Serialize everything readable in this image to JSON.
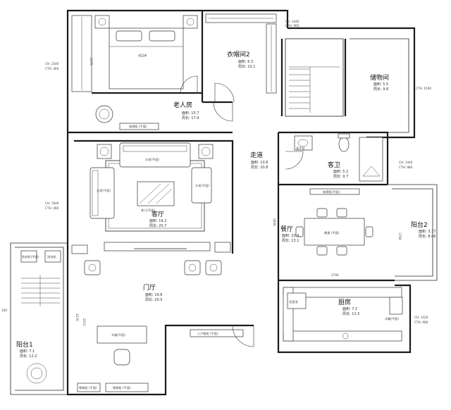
{
  "rooms": {
    "bedroom_old": {
      "name": "老人房",
      "area": "面积: 15.7",
      "perimeter": "周长: 17.9"
    },
    "closet2": {
      "name": "衣帽间2",
      "area": "面积: 6.3",
      "perimeter": "周长: 10.1"
    },
    "storage": {
      "name": "储物间",
      "area": "面积: 5.5",
      "perimeter": "周长: 9.8"
    },
    "corridor": {
      "name": "走道",
      "area": "面积: 10.6",
      "perimeter": "周长: 20.8"
    },
    "guest_bath": {
      "name": "客卫",
      "area": "面积: 5.2",
      "perimeter": "周长: 9.7"
    },
    "living": {
      "name": "客厅",
      "area": "面积: 19.2",
      "perimeter": "周长: 20.7"
    },
    "dining": {
      "name": "餐厅",
      "area": "面积: 10.4",
      "perimeter": "周长: 13.1"
    },
    "balcony2": {
      "name": "阳台2",
      "area": "面积: 3.77",
      "perimeter": "周长: 8.46"
    },
    "foyer": {
      "name": "门厅",
      "area": "面积: 19.8",
      "perimeter": "周长: 20.5"
    },
    "kitchen": {
      "name": "厨房",
      "area": "面积: 7.2",
      "perimeter": "周长: 11.5"
    },
    "balcony1": {
      "name": "阳台1",
      "area": "面积: 7.1",
      "perimeter": "周长: 12.2"
    }
  },
  "ceiling_notes": {
    "bedroom": {
      "ch": "CH: 2540",
      "cth": "CTH: 460"
    },
    "closet_top": {
      "ch": "CH: 1440",
      "cth": "CTH: 960"
    },
    "storage_side": {
      "cth": "CTH: 1500"
    },
    "bath_side": {
      "ch": "CH: 1440",
      "cth": "CTH: 980"
    },
    "living_side": {
      "ch": "CH: 1940",
      "cth": "CTH: 460"
    },
    "kitchen_side": {
      "ch": "CH: 1420",
      "cth": "CTH: 980"
    }
  },
  "dimensions": {
    "bed_len": "2470",
    "dining_w": "2830",
    "dining_low": "1700",
    "balcony2_h": "1700",
    "foyer_h1": "4270",
    "foyer_h2": "2521",
    "left_edge": "160"
  },
  "furniture": {
    "bed": "成品床",
    "tv_bedroom": "电视柜 (平面)",
    "sofa_main": "沙发(平面)",
    "sofa_side": "沙发(平面)",
    "chair_single": "沙发(平面)",
    "coffee_table": "茶几(平面)",
    "tv_living": "电视柜(平面)",
    "dining_table": "餐桌 (平面)",
    "sink_bath": "洗手台",
    "sink_cabinet": "洗手台",
    "toilet": "马桶",
    "fridge_kitchen": "冰箱(平面)",
    "kitchen_sink": "洗菜池",
    "shoe_cabinet": "入户鞋柜 (平面)",
    "desk": "书桌(平面)",
    "cabinet_bottom1": "储物柜 (平面)",
    "cabinet_bottom2": "储物柜 (平面)",
    "washer1": "洗衣机(平面)",
    "washer2": "洗衣机",
    "armchair": "沙发(平面)",
    "bath_counter": "洗手台"
  }
}
